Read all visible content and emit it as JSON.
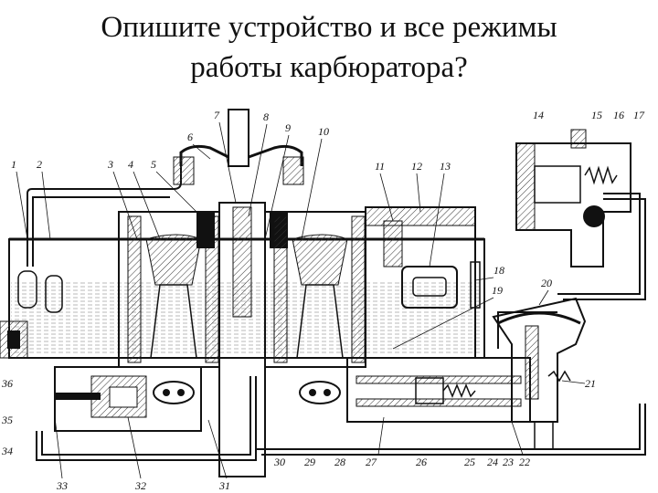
{
  "slide": {
    "title_line1": "Опишите  устройство и все режимы",
    "title_line2": "работы карбюратора?"
  },
  "callouts": [
    "1",
    "2",
    "3",
    "4",
    "5",
    "6",
    "7",
    "8",
    "9",
    "10",
    "11",
    "12",
    "13",
    "14",
    "15",
    "16",
    "17",
    "18",
    "19",
    "20",
    "21",
    "22",
    "23",
    "24",
    "25",
    "26",
    "27",
    "28",
    "29",
    "30",
    "31",
    "32",
    "33",
    "34",
    "35",
    "36"
  ]
}
